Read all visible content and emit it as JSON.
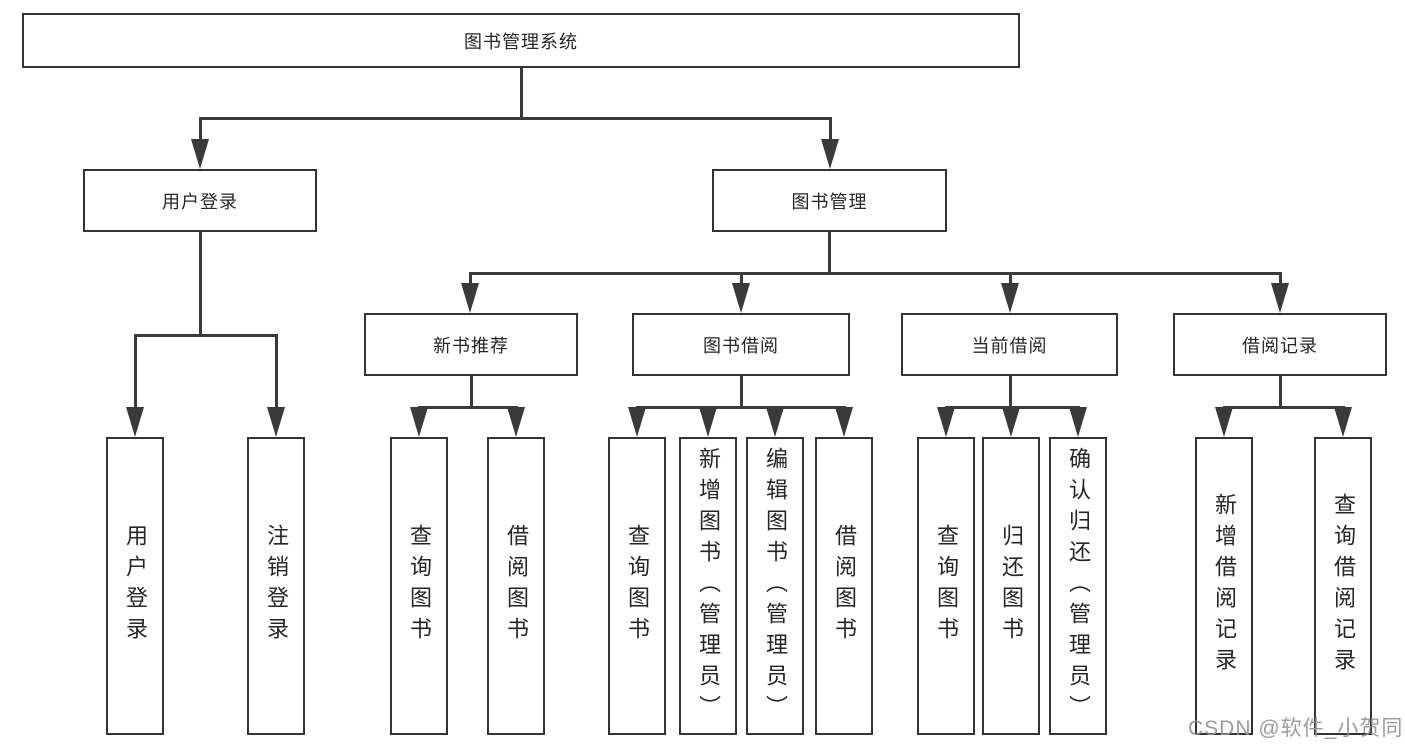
{
  "diagram": {
    "type": "hierarchy-org-chart",
    "watermark": "CSDN @软件_小贺同学",
    "colors": {
      "background": "#ffffff",
      "box_border": "#333333",
      "connector_line": "#3a3a3a",
      "text": "#262626",
      "watermark_text": "#949494"
    },
    "root": {
      "label": "图书管理系统",
      "children": [
        {
          "label": "用户登录",
          "children": [
            {
              "label": "用户登录"
            },
            {
              "label": "注销登录"
            }
          ]
        },
        {
          "label": "图书管理",
          "children": [
            {
              "label": "新书推荐",
              "children": [
                {
                  "label": "查询图书"
                },
                {
                  "label": "借阅图书"
                }
              ]
            },
            {
              "label": "图书借阅",
              "children": [
                {
                  "label": "查询图书"
                },
                {
                  "label": "新增图书（管理员）"
                },
                {
                  "label": "编辑图书（管理员）"
                },
                {
                  "label": "借阅图书"
                }
              ]
            },
            {
              "label": "当前借阅",
              "children": [
                {
                  "label": "查询图书"
                },
                {
                  "label": "归还图书"
                },
                {
                  "label": "确认归还（管理员）"
                }
              ]
            },
            {
              "label": "借阅记录",
              "children": [
                {
                  "label": "新增借阅记录"
                },
                {
                  "label": "查询借阅记录"
                }
              ]
            }
          ]
        }
      ]
    }
  }
}
